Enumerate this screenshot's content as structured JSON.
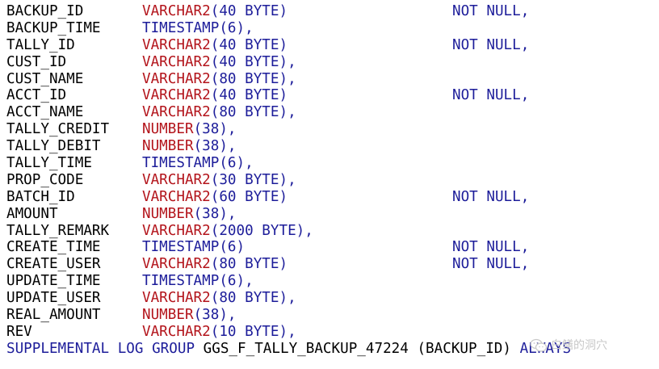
{
  "columns": [
    {
      "name": "BACKUP_ID",
      "type_kw": "VARCHAR2",
      "type_args": "(40 BYTE)",
      "type_color": "red",
      "tail": "",
      "constraint": "NOT NULL,"
    },
    {
      "name": "BACKUP_TIME",
      "type_kw": "TIMESTAMP",
      "type_args": "(6),",
      "type_color": "blue",
      "tail": "",
      "constraint": ""
    },
    {
      "name": "TALLY_ID",
      "type_kw": "VARCHAR2",
      "type_args": "(40 BYTE)",
      "type_color": "red",
      "tail": "",
      "constraint": "NOT NULL,"
    },
    {
      "name": "CUST_ID",
      "type_kw": "VARCHAR2",
      "type_args": "(40 BYTE),",
      "type_color": "red",
      "tail": "",
      "constraint": ""
    },
    {
      "name": "CUST_NAME",
      "type_kw": "VARCHAR2",
      "type_args": "(80 BYTE),",
      "type_color": "red",
      "tail": "",
      "constraint": ""
    },
    {
      "name": "ACCT_ID",
      "type_kw": "VARCHAR2",
      "type_args": "(40 BYTE)",
      "type_color": "red",
      "tail": "",
      "constraint": "NOT NULL,"
    },
    {
      "name": "ACCT_NAME",
      "type_kw": "VARCHAR2",
      "type_args": "(80 BYTE),",
      "type_color": "red",
      "tail": "",
      "constraint": ""
    },
    {
      "name": "TALLY_CREDIT",
      "type_kw": "NUMBER",
      "type_args": "(38),",
      "type_color": "red",
      "tail": "",
      "constraint": ""
    },
    {
      "name": "TALLY_DEBIT",
      "type_kw": "NUMBER",
      "type_args": "(38),",
      "type_color": "red",
      "tail": "",
      "constraint": ""
    },
    {
      "name": "TALLY_TIME",
      "type_kw": "TIMESTAMP",
      "type_args": "(6),",
      "type_color": "blue",
      "tail": "",
      "constraint": ""
    },
    {
      "name": "PROP_CODE",
      "type_kw": "VARCHAR2",
      "type_args": "(30 BYTE),",
      "type_color": "red",
      "tail": "",
      "constraint": ""
    },
    {
      "name": "BATCH_ID",
      "type_kw": "VARCHAR2",
      "type_args": "(60 BYTE)",
      "type_color": "red",
      "tail": "",
      "constraint": "NOT NULL,"
    },
    {
      "name": "AMOUNT",
      "type_kw": "NUMBER",
      "type_args": "(38),",
      "type_color": "red",
      "tail": "",
      "constraint": ""
    },
    {
      "name": "TALLY_REMARK",
      "type_kw": "VARCHAR2",
      "type_args": "(2000 BYTE),",
      "type_color": "red",
      "tail": "",
      "constraint": ""
    },
    {
      "name": "CREATE_TIME",
      "type_kw": "TIMESTAMP",
      "type_args": "(6)",
      "type_color": "blue",
      "tail": "",
      "constraint": "NOT NULL,"
    },
    {
      "name": "CREATE_USER",
      "type_kw": "VARCHAR2",
      "type_args": "(80 BYTE)",
      "type_color": "red",
      "tail": "",
      "constraint": "NOT NULL,"
    },
    {
      "name": "UPDATE_TIME",
      "type_kw": "TIMESTAMP",
      "type_args": "(6),",
      "type_color": "blue",
      "tail": "",
      "constraint": ""
    },
    {
      "name": "UPDATE_USER",
      "type_kw": "VARCHAR2",
      "type_args": "(80 BYTE),",
      "type_color": "red",
      "tail": "",
      "constraint": ""
    },
    {
      "name": "REAL_AMOUNT",
      "type_kw": "NUMBER",
      "type_args": "(38),",
      "type_color": "red",
      "tail": "",
      "constraint": ""
    },
    {
      "name": "REV",
      "type_kw": "VARCHAR2",
      "type_args": "(10 BYTE),",
      "type_color": "red",
      "tail": "",
      "constraint": ""
    }
  ],
  "supplemental": {
    "kw1": "SUPPLEMENTAL LOG GROUP",
    "group_name": "GGS_F_TALLY_BACKUP_47224",
    "cols": "(BACKUP_ID)",
    "kw2": "ALWAYS"
  },
  "watermark": {
    "text": "白鳝的洞穴",
    "icon": "wechat-icon"
  },
  "colors": {
    "type_red": "#b3141b",
    "keyword_blue": "#1d1d9a",
    "text_black": "#000000",
    "background": "#ffffff"
  }
}
